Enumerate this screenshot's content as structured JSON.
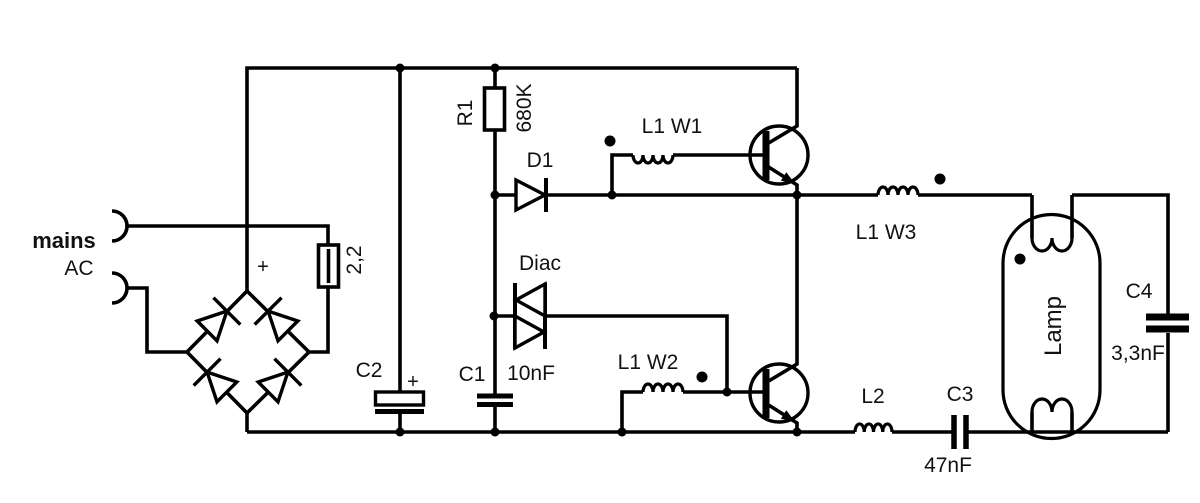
{
  "schematic": {
    "input": {
      "label": "mains",
      "type": "AC"
    },
    "components": {
      "fuse": {
        "value": "2,2"
      },
      "bridge": {
        "output_polarity": "+"
      },
      "c2": {
        "ref": "C2",
        "polarity": "+"
      },
      "r1": {
        "ref": "R1",
        "value": "680K"
      },
      "d1": {
        "ref": "D1"
      },
      "diac": {
        "ref": "Diac"
      },
      "c1": {
        "ref": "C1",
        "value": "10nF"
      },
      "l1w1": {
        "ref": "L1 W1"
      },
      "l1w2": {
        "ref": "L1 W2"
      },
      "l1w3": {
        "ref": "L1 W3"
      },
      "l2": {
        "ref": "L2"
      },
      "c3": {
        "ref": "C3",
        "value": "47nF"
      },
      "lamp": {
        "ref": "Lamp"
      },
      "c4": {
        "ref": "C4",
        "value": "3,3nF"
      }
    }
  }
}
